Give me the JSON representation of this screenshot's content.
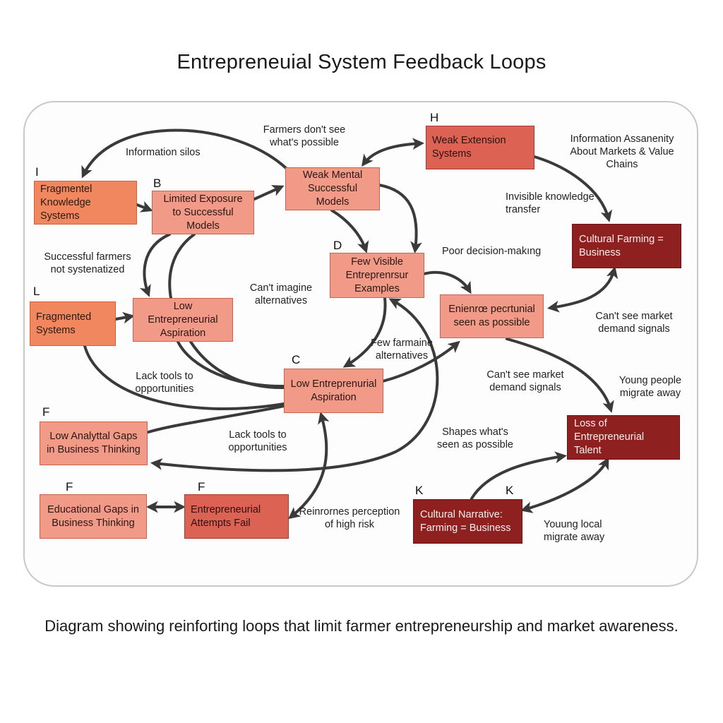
{
  "title": "Entrepreneuial System Feedback Loops",
  "caption": "Diagram showing reinforting loops that limit farmer entrepreneurship and market awareness.",
  "colors": {
    "orange": "#f0875e",
    "salmon": "#f19a88",
    "red": "#dc6253",
    "dark_red": "#8f2020",
    "arrow": "#3a3a3a",
    "frame": "#c8c8c8"
  },
  "nodes": {
    "fragmented_knowledge": {
      "letter": "I",
      "label": "Fragmentel Knowledge Systems"
    },
    "limited_exposure": {
      "letter": "B",
      "label": "Limited Exposure to Successful Models"
    },
    "weak_mental": {
      "letter": "",
      "label": "Weak Mental Successful Models"
    },
    "weak_extension": {
      "letter": "H",
      "label": "Weak Extension Systems"
    },
    "cultural_top": {
      "letter": "",
      "label": "Cultural Farming = Business"
    },
    "few_visible": {
      "letter": "D",
      "label": "Few Visible Entreprenrsur Examples"
    },
    "entrepreneurship_seen": {
      "letter": "",
      "label": "Enienrœ pecrtunial seen as possible"
    },
    "fragmented_systems": {
      "letter": "L",
      "label": "Fragmented Systems"
    },
    "low_aspiration_left": {
      "letter": "",
      "label": "Low Entrepreneurial Aspiration"
    },
    "low_aspiration_c": {
      "letter": "C",
      "label": "Low Entreprenurial Aspiration"
    },
    "low_analytical": {
      "letter": "F",
      "label": "Low Analyttal Gaps in Business Thinking"
    },
    "educational_gaps": {
      "letter": "F",
      "label": "Educational Gaps in Business Thinking"
    },
    "attempts_fail": {
      "letter": "F",
      "label": "Entrepreneurial Attempts Fail"
    },
    "loss_talent": {
      "letter": "",
      "label": "Loss of Entrepreneurial Talent"
    },
    "cultural_narrative": {
      "letter": "K",
      "letter2": "K",
      "label": "Cultural Narrative: Farming = Business"
    }
  },
  "edge_labels": {
    "information_silos": "Information silos",
    "farmers_dont_see": "Farmers don't see what's possible",
    "information_asymmetry": "Information Assanenity About Markets & Value Chains",
    "invisible_transfer": "Invisible knowledge transfer",
    "poor_decision": "Poor decision-makıng",
    "successful_farmers": "Successful farmers not systenatized",
    "cant_imagine": "Can't imagine alternatives",
    "cant_see_market_right": "Can't see market demand signals",
    "few_farmaine": "Few farmaine alternatives",
    "lack_tools_upper": "Lack tools to opportunities",
    "cant_see_market_mid": "Can't see market demand signals",
    "young_people": "Young people migrate away",
    "lack_tools_lower": "Lack tools to opportunities",
    "shapes_possible": "Shapes what's seen as possible",
    "reinforces_risk": "Reinrornes perception of high risk",
    "young_local": "Youung local migrate away"
  }
}
